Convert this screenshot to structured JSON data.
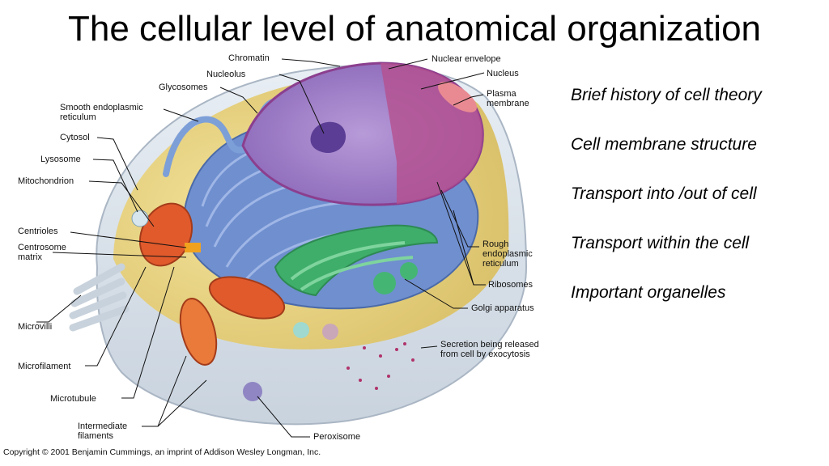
{
  "slide": {
    "title": "The cellular level of anatomical organization",
    "copyright": "Copyright © 2001 Benjamin Cummings, an imprint of Addison Wesley Longman, Inc."
  },
  "labels": {
    "chromatin": "Chromatin",
    "nucleolus": "Nucleolus",
    "glycosomes": "Glycosomes",
    "smooth_er": "Smooth endoplasmic\nreticulum",
    "cytosol": "Cytosol",
    "lysosome": "Lysosome",
    "mitochondrion": "Mitochondrion",
    "centrioles": "Centrioles",
    "centrosome_matrix": "Centrosome\nmatrix",
    "microvilli": "Microvilli",
    "microfilament": "Microfilament",
    "microtubule": "Microtubule",
    "intermediate_filaments": "Intermediate\nfilaments",
    "nuclear_envelope": "Nuclear envelope",
    "nucleus": "Nucleus",
    "plasma_membrane": "Plasma\nmembrane",
    "rough_er": "Rough\nendoplasmic\nreticulum",
    "ribosomes": "Ribosomes",
    "golgi": "Golgi apparatus",
    "secretion": "Secretion being released\nfrom cell by exocytosis",
    "peroxisome": "Peroxisome"
  },
  "topics": [
    "Brief history of cell theory",
    "Cell membrane structure",
    "Transport into /out of cell",
    "Transport within the cell",
    "Important organelles"
  ]
}
